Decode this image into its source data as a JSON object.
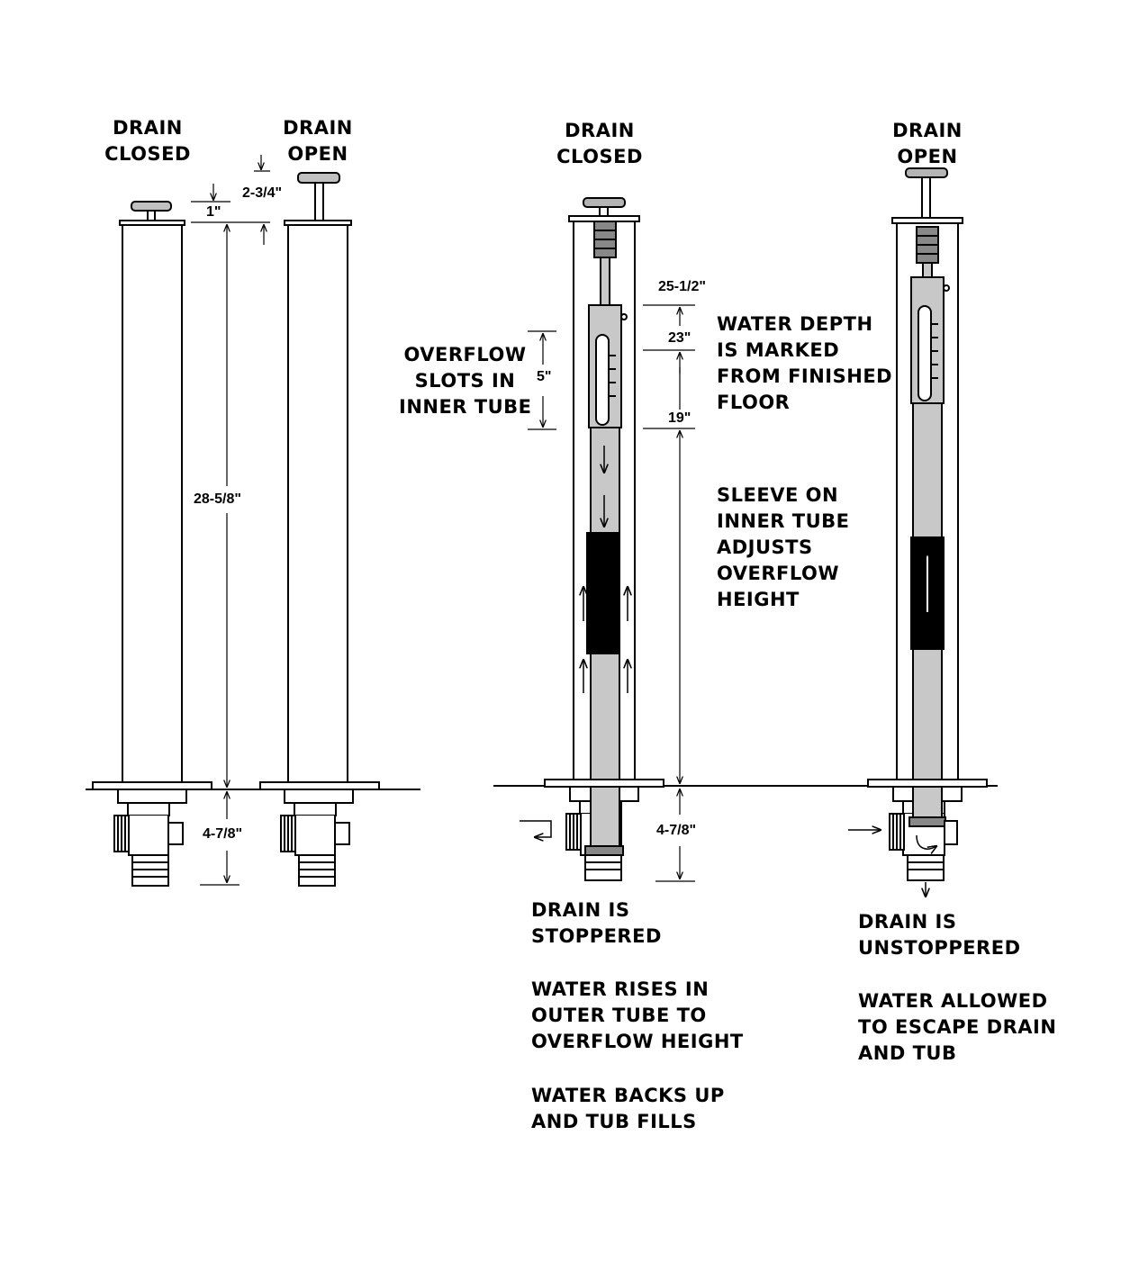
{
  "headings": {
    "left_closed": "DRAIN\nCLOSED",
    "left_open": "DRAIN\nOPEN",
    "right_closed": "DRAIN\nCLOSED",
    "right_open": "DRAIN\nOPEN"
  },
  "dimensions": {
    "stroke_travel": "2-3/4\"",
    "cap_rise": "1\"",
    "tube_length": "28-5/8\"",
    "below_floor_left": "4-7/8\"",
    "below_floor_right": "4-7/8\"",
    "max_depth": "25-1/2\"",
    "mid_depth": "23\"",
    "min_depth": "19\"",
    "slot_length": "5\""
  },
  "notes": {
    "overflow_slots": "OVERFLOW\nSLOTS IN\nINNER TUBE",
    "water_depth": "WATER DEPTH\nIS MARKED\nFROM FINISHED\nFLOOR",
    "sleeve": "SLEEVE ON\nINNER TUBE\nADJUSTS\nOVERFLOW\nHEIGHT",
    "closed_caption_1": "DRAIN IS\nSTOPPERED",
    "closed_caption_2": "WATER RISES IN\nOUTER TUBE TO\nOVERFLOW HEIGHT",
    "closed_caption_3": "WATER BACKS UP\nAND TUB FILLS",
    "open_caption_1": "DRAIN IS\nUNSTOPPERED",
    "open_caption_2": "WATER ALLOWED\nTO ESCAPE DRAIN\nAND TUB"
  },
  "colors": {
    "line": "#000000",
    "inner_tube": "#c8c8c8",
    "cap": "#b4b4b4",
    "sleeve": "#000000",
    "background": "#ffffff"
  }
}
